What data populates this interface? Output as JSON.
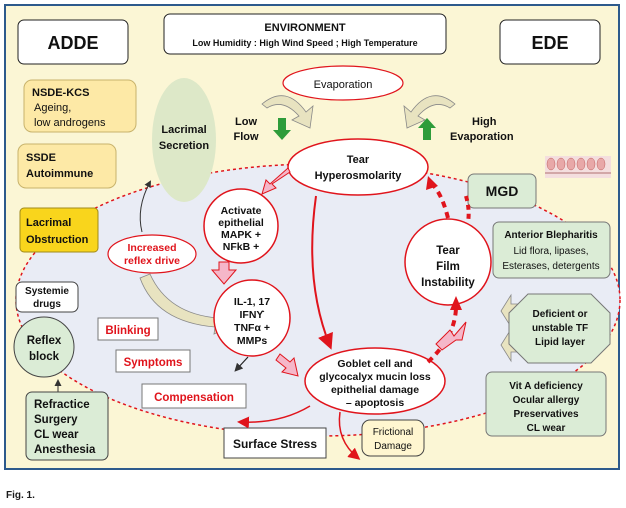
{
  "environment": {
    "title": "ENVIRONMENT",
    "subtitle": "Low Humidity : High Wind Speed ; High Temperature"
  },
  "adde_label": "ADDE",
  "ede_label": "EDE",
  "nsde": {
    "line1": "NSDE-KCS",
    "line2": "Ageing,",
    "line3": "low androgens"
  },
  "ssde": {
    "line1": "SSDE",
    "line2": "Autoimmune"
  },
  "lacrimal_obstruction": {
    "line1": "Lacrimal",
    "line2": "Obstruction"
  },
  "lacrimal_secretion": {
    "line1": "Lacrimal",
    "line2": "Secretion"
  },
  "evaporation": "Evaporation",
  "low_flow": {
    "line1": "Low",
    "line2": "Flow"
  },
  "high_evaporation": {
    "line1": "High",
    "line2": "Evaporation"
  },
  "tear_hyperosmolarity": {
    "line1": "Tear",
    "line2": "Hyperosmolarity"
  },
  "mgd": "MGD",
  "activate": {
    "line1": "Activate",
    "line2": "epithelial",
    "line3": "MAPK +",
    "line4": "NFkB +"
  },
  "reflex_drive": {
    "line1": "Increased",
    "line2": "reflex drive"
  },
  "il": {
    "line1": "IL-1, 17",
    "line2": "IFNϒ",
    "line3": "TNFα +",
    "line4": "MMPs"
  },
  "tear_film": {
    "line1": "Tear",
    "line2": "Film",
    "line3": "Instability"
  },
  "anterior_blepharitis": {
    "line1": "Anterior Blepharitis",
    "line2": "Lid flora, lipases,",
    "line3": "Esterases, detergents"
  },
  "deficient_tf": {
    "line1": "Deficient or",
    "line2": "unstable TF",
    "line3": "Lipid layer"
  },
  "vit_a": {
    "line1": "Vit A deficiency",
    "line2": "Ocular allergy",
    "line3": "Preservatives",
    "line4": "CL wear"
  },
  "systemic": {
    "line1": "Systemie",
    "line2": "drugs"
  },
  "reflex_block": {
    "line1": "Reflex",
    "line2": "block"
  },
  "refractive": {
    "line1": "Refractice",
    "line2": "Surgery",
    "line3": "CL wear",
    "line4": "Anesthesia"
  },
  "blinking": "Blinking",
  "symptoms": "Symptoms",
  "compensation": "Compensation",
  "goblet": {
    "line1": "Goblet cell and",
    "line2": "glycocalyx mucin loss",
    "line3": "epithelial damage",
    "line4": "– apoptosis"
  },
  "surface_stress": "Surface Stress",
  "frictional": {
    "line1": "Frictional",
    "line2": "Damage"
  },
  "caption": "Fig. 1.",
  "colors": {
    "frame": "#2d5a8c",
    "background": "#fbf6d5",
    "red": "#e0141c",
    "green_box": "#dbecd6",
    "yellow_box": "#fde9a6",
    "gold_box": "#f9d51c",
    "pink_arrow": "#f5b7c9"
  }
}
